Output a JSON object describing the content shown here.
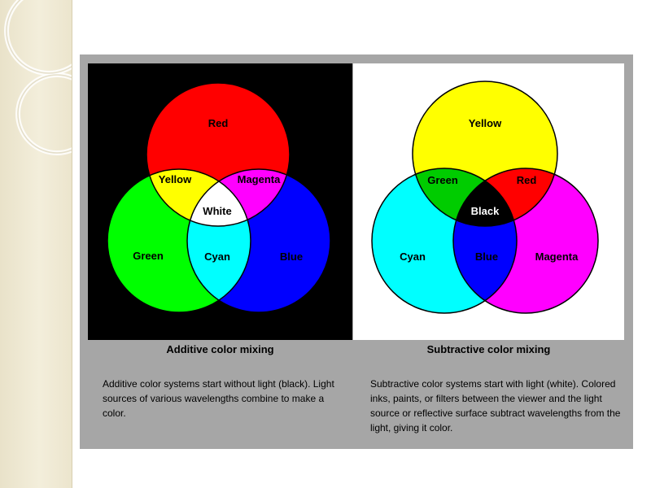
{
  "additive": {
    "labels": {
      "red": "Red",
      "green": "Green",
      "blue": "Blue",
      "yellow": "Yellow",
      "magenta": "Magenta",
      "cyan": "Cyan",
      "white": "White"
    },
    "caption": "Additive color mixing",
    "description": "Additive color systems start without light (black). Light sources of various wavelengths combine to make a color.",
    "colors": {
      "background": "#000000",
      "red": "#ff0000",
      "green": "#00ff00",
      "blue": "#0000ff",
      "yellow": "#ffff00",
      "magenta": "#ff00ff",
      "cyan": "#00ffff",
      "white": "#ffffff"
    }
  },
  "subtractive": {
    "labels": {
      "yellow": "Yellow",
      "cyan": "Cyan",
      "magenta": "Magenta",
      "green": "Green",
      "red": "Red",
      "blue": "Blue",
      "black": "Black"
    },
    "caption": "Subtractive color mixing",
    "description": "Subtractive color systems start with light (white). Colored inks, paints, or filters between the viewer and the light source or reflective surface subtract wavelengths from the light, giving it color.",
    "colors": {
      "background": "#ffffff",
      "yellow": "#ffff00",
      "cyan": "#00ffff",
      "magenta": "#ff00ff",
      "green": "#00cc00",
      "red": "#ff0000",
      "blue": "#0000ff",
      "black": "#000000"
    }
  },
  "theme": {
    "panel": "#a6a6a6",
    "sidebar": "#efe9d4"
  }
}
